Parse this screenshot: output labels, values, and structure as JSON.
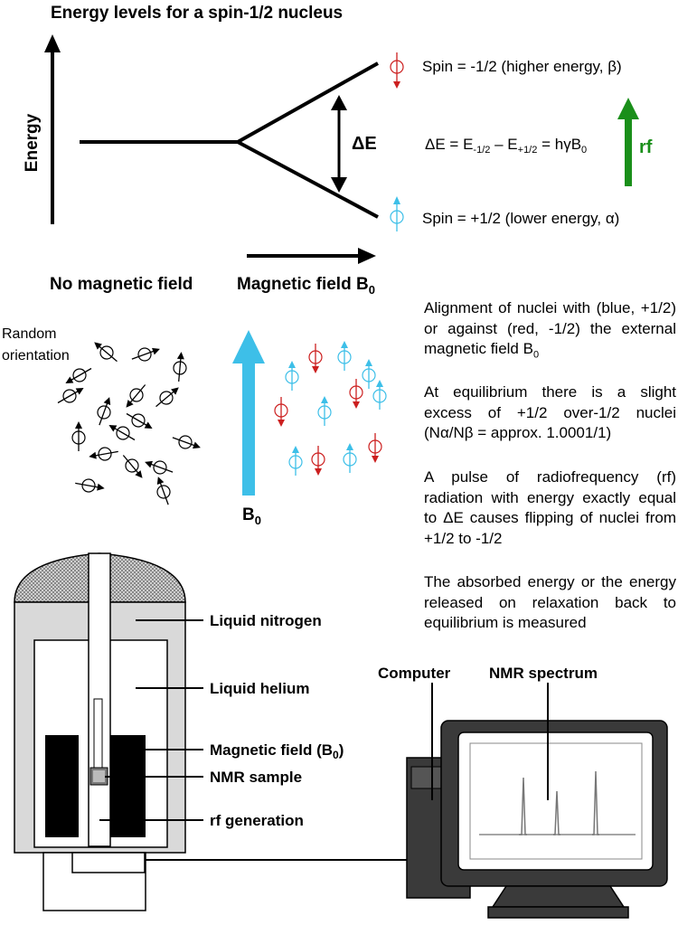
{
  "energy_diagram": {
    "title": "Energy levels for a spin-1/2 nucleus",
    "y_axis_label": "Energy",
    "delta_e": "ΔE",
    "upper_level": "Spin = -1/2 (higher energy, β)",
    "lower_level": "Spin = +1/2 (lower energy, α)",
    "equation_prefix": "ΔE = E",
    "equation_sub1": "-1/2",
    "equation_mid": " – E",
    "equation_sub2": "+1/2",
    "equation_suffix": " = hγB",
    "equation_sub3": "0",
    "rf_label": "rf",
    "label_no_field": "No magnetic field",
    "label_field": "Magnetic field B",
    "label_field_sub": "0"
  },
  "orientation": {
    "random_label_line1": "Random",
    "random_label_line2": "orientation",
    "b0_label": "B",
    "b0_sub": "0"
  },
  "text_blocks": {
    "alignment": "Alignment of nuclei with (blue, +1/2) or against (red, -1/2) the external magnetic field B",
    "alignment_sub": "0",
    "equilibrium": "At equilibrium there is a slight excess of +1/2 over-1/2 nuclei (Nα/Nβ = approx. 1.0001/1)",
    "pulse": "A pulse of radiofrequency (rf) radiation with energy exactly equal to ΔE causes flipping of nuclei from +1/2 to -1/2",
    "measured": "The absorbed energy or the energy released on relaxation back to equilibrium is measured"
  },
  "magnet": {
    "liquid_nitrogen": "Liquid nitrogen",
    "liquid_helium": "Liquid helium",
    "magnetic_field": "Magnetic field (B",
    "magnetic_field_sub": "0",
    "magnetic_field_close": ")",
    "nmr_sample": "NMR sample",
    "rf_generation": "rf generation"
  },
  "computer": {
    "computer_label": "Computer",
    "spectrum_label": "NMR spectrum"
  },
  "colors": {
    "blue": "#3dbfe8",
    "red": "#cc1f1f",
    "green": "#1a8f1a"
  }
}
